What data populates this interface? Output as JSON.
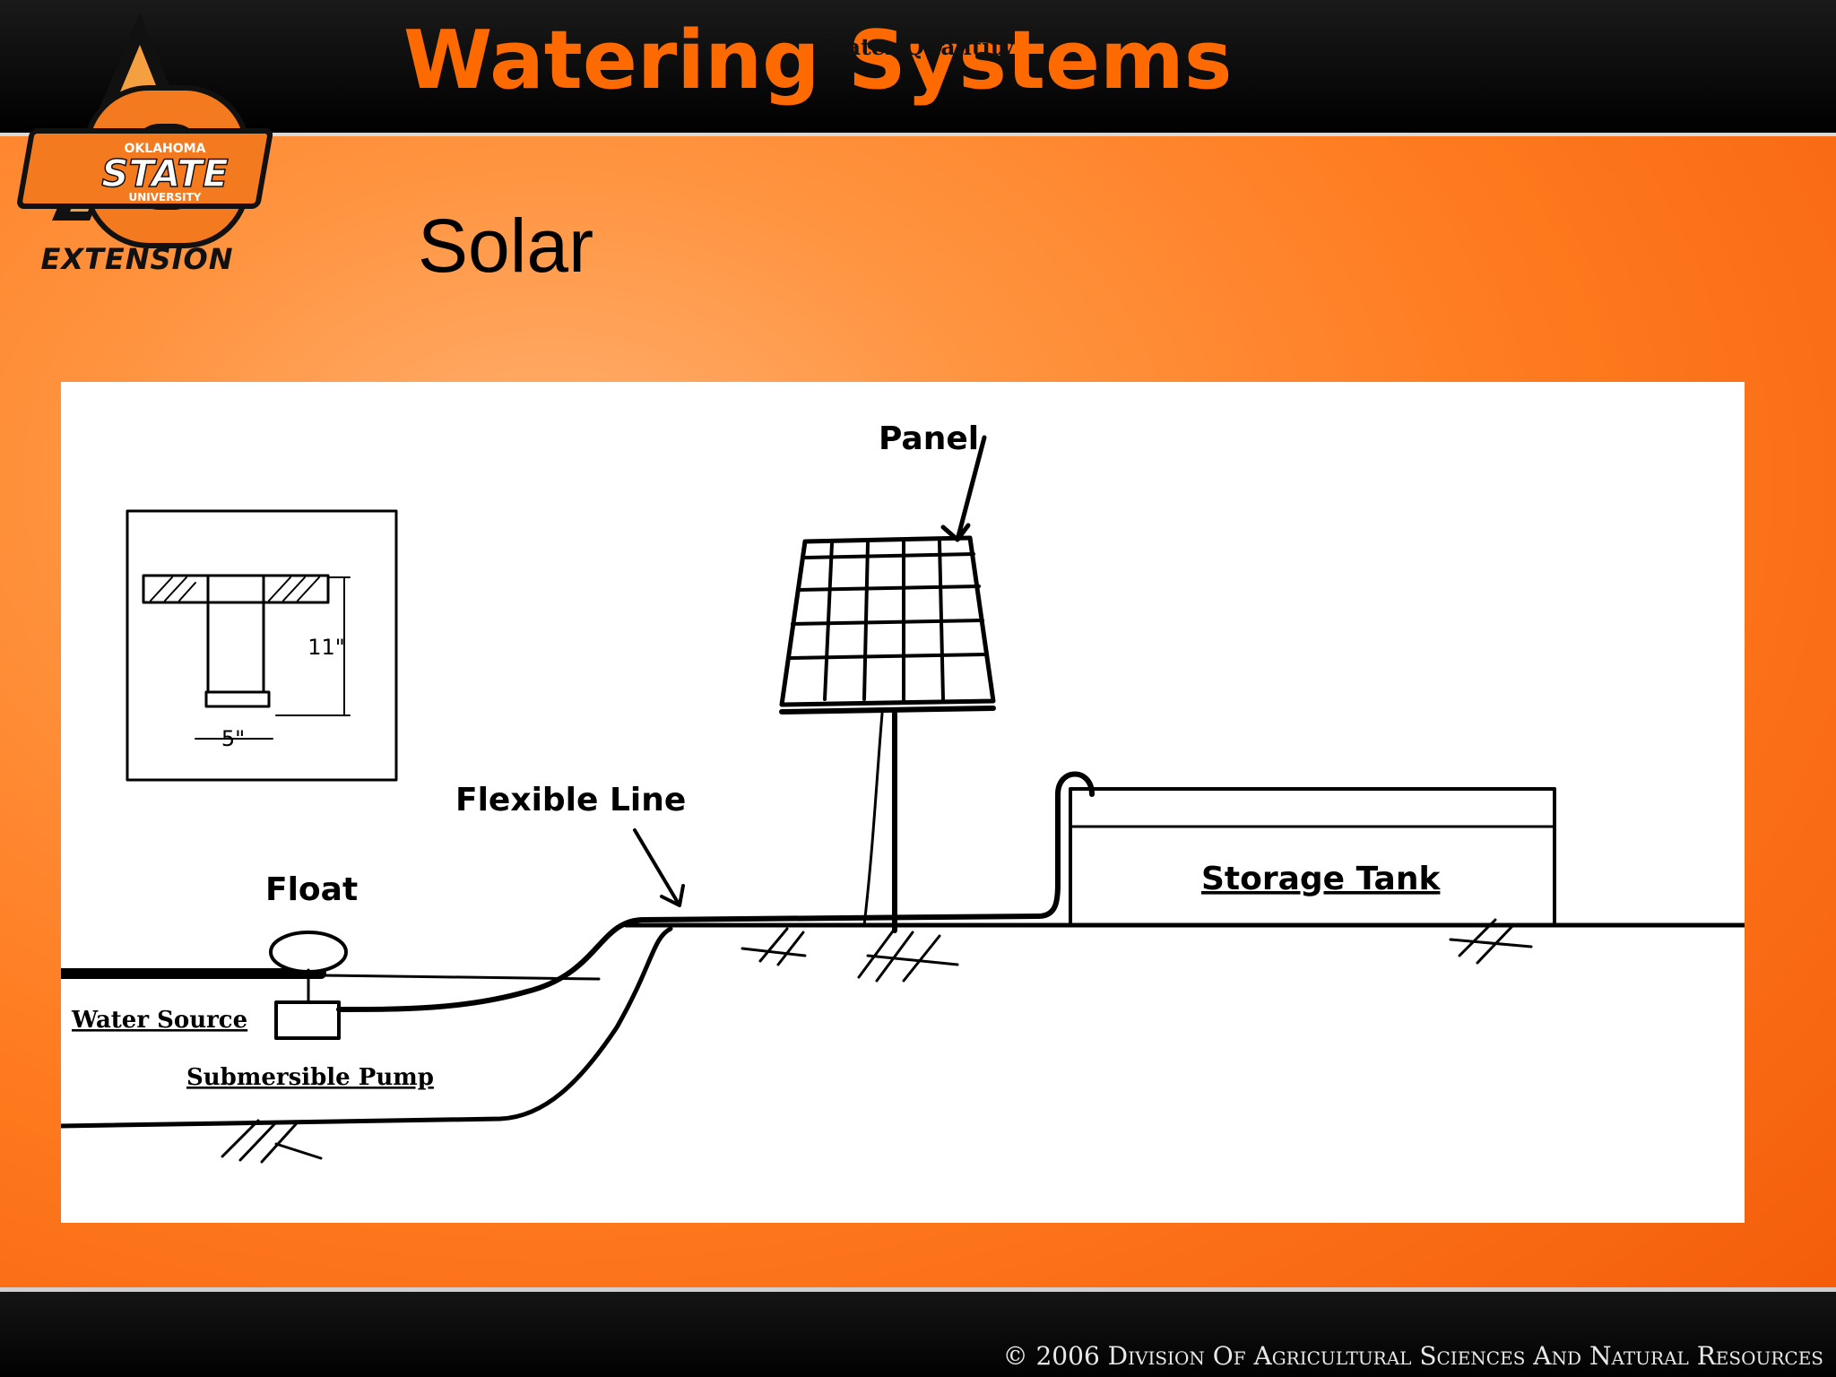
{
  "slide": {
    "title": "Watering Systems",
    "overlay_label": "Water Quantity",
    "subtitle": "Solar",
    "copyright": "© 2006 Division Of Agricultural Sciences And Natural Resources"
  },
  "logo": {
    "line1": "OKLAHOMA",
    "line2": "STATE",
    "line3": "UNIVERSITY",
    "line4": "EXTENSION",
    "brand_color": "#f47a20"
  },
  "diagram": {
    "panel": "Panel",
    "flexible_line": "Flexible Line",
    "float": "Float",
    "water_source": "Water Source",
    "submersible_pump": "Submersible Pump",
    "storage_tank": "Storage Tank",
    "inset_height": "11\"",
    "inset_width": "5\""
  },
  "colors": {
    "title": "#ff6a00",
    "bars": "#000000"
  }
}
